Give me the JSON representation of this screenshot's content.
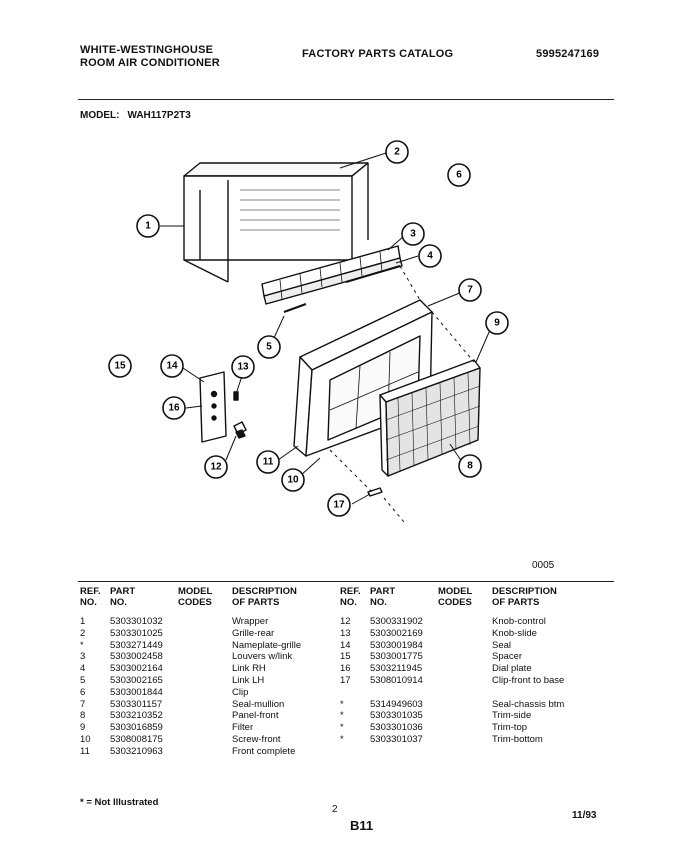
{
  "header": {
    "brand_line1": "WHITE-WESTINGHOUSE",
    "brand_line2": "ROOM AIR CONDITIONER",
    "catalog_title": "FACTORY PARTS CATALOG",
    "catalog_number": "5995247169"
  },
  "model": {
    "label": "MODEL:",
    "value": "WAH117P2T3"
  },
  "diagram": {
    "callouts": [
      "1",
      "2",
      "3",
      "4",
      "5",
      "6",
      "7",
      "8",
      "9",
      "10",
      "11",
      "12",
      "13",
      "14",
      "15",
      "16",
      "17"
    ],
    "code": "0005"
  },
  "table": {
    "headers": {
      "ref_line1": "REF.",
      "ref_line2": "NO.",
      "part_line1": "PART",
      "part_line2": "NO.",
      "model_line1": "MODEL",
      "model_line2": "CODES",
      "desc_line1": "DESCRIPTION",
      "desc_line2": "OF PARTS"
    },
    "left": [
      {
        "ref": "1",
        "part": "5303301032",
        "codes": "",
        "desc": "Wrapper"
      },
      {
        "ref": "2",
        "part": "5303301025",
        "codes": "",
        "desc": "Grille-rear"
      },
      {
        "ref": "*",
        "part": "5303271449",
        "codes": "",
        "desc": "Nameplate-grille"
      },
      {
        "ref": "3",
        "part": "5303002458",
        "codes": "",
        "desc": "Louvers w/link"
      },
      {
        "ref": "4",
        "part": "5303002164",
        "codes": "",
        "desc": "Link RH"
      },
      {
        "ref": "5",
        "part": "5303002165",
        "codes": "",
        "desc": "Link LH"
      },
      {
        "ref": "6",
        "part": "5303001844",
        "codes": "",
        "desc": "Clip"
      },
      {
        "ref": "7",
        "part": "5303301157",
        "codes": "",
        "desc": "Seal-mullion"
      },
      {
        "ref": "8",
        "part": "5303210352",
        "codes": "",
        "desc": "Panel-front"
      },
      {
        "ref": "9",
        "part": "5303016859",
        "codes": "",
        "desc": "Filter"
      },
      {
        "ref": "10",
        "part": "5308008175",
        "codes": "",
        "desc": "Screw-front"
      },
      {
        "ref": "11",
        "part": "5303210963",
        "codes": "",
        "desc": "Front complete"
      }
    ],
    "right": [
      {
        "ref": "12",
        "part": "5300331902",
        "codes": "",
        "desc": "Knob-control"
      },
      {
        "ref": "13",
        "part": "5303002169",
        "codes": "",
        "desc": "Knob-slide"
      },
      {
        "ref": "14",
        "part": "5303001984",
        "codes": "",
        "desc": "Seal"
      },
      {
        "ref": "15",
        "part": "5303001775",
        "codes": "",
        "desc": "Spacer"
      },
      {
        "ref": "16",
        "part": "5303211945",
        "codes": "",
        "desc": "Dial plate"
      },
      {
        "ref": "17",
        "part": "5308010914",
        "codes": "",
        "desc": "Clip-front to base"
      },
      {
        "ref": "",
        "part": "",
        "codes": "",
        "desc": ""
      },
      {
        "ref": "*",
        "part": "5314949603",
        "codes": "",
        "desc": "Seal-chassis btm"
      },
      {
        "ref": "*",
        "part": "5303301035",
        "codes": "",
        "desc": "Trim-side"
      },
      {
        "ref": "*",
        "part": "5303301036",
        "codes": "",
        "desc": "Trim-top"
      },
      {
        "ref": "*",
        "part": "5303301037",
        "codes": "",
        "desc": "Trim-bottom"
      }
    ]
  },
  "footer": {
    "note": "* = Not Illustrated",
    "page_number": "2",
    "section": "B11",
    "date": "11/93"
  }
}
